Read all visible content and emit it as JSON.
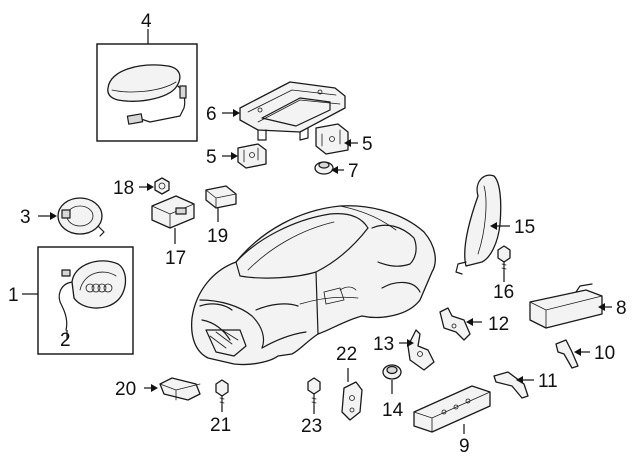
{
  "callouts": {
    "c1": "1",
    "c2": "2",
    "c3": "3",
    "c4": "4",
    "c5a": "5",
    "c5b": "5",
    "c6": "6",
    "c7": "7",
    "c8": "8",
    "c9": "9",
    "c10": "10",
    "c11": "11",
    "c12": "12",
    "c13": "13",
    "c14": "14",
    "c15": "15",
    "c16": "16",
    "c17": "17",
    "c18": "18",
    "c19": "19",
    "c20": "20",
    "c21": "21",
    "c22": "22",
    "c23": "23"
  },
  "colors": {
    "ink": "#111111",
    "part_fill": "#f3f3f3",
    "shade": "#d8d8d8",
    "background": "#ffffff"
  }
}
